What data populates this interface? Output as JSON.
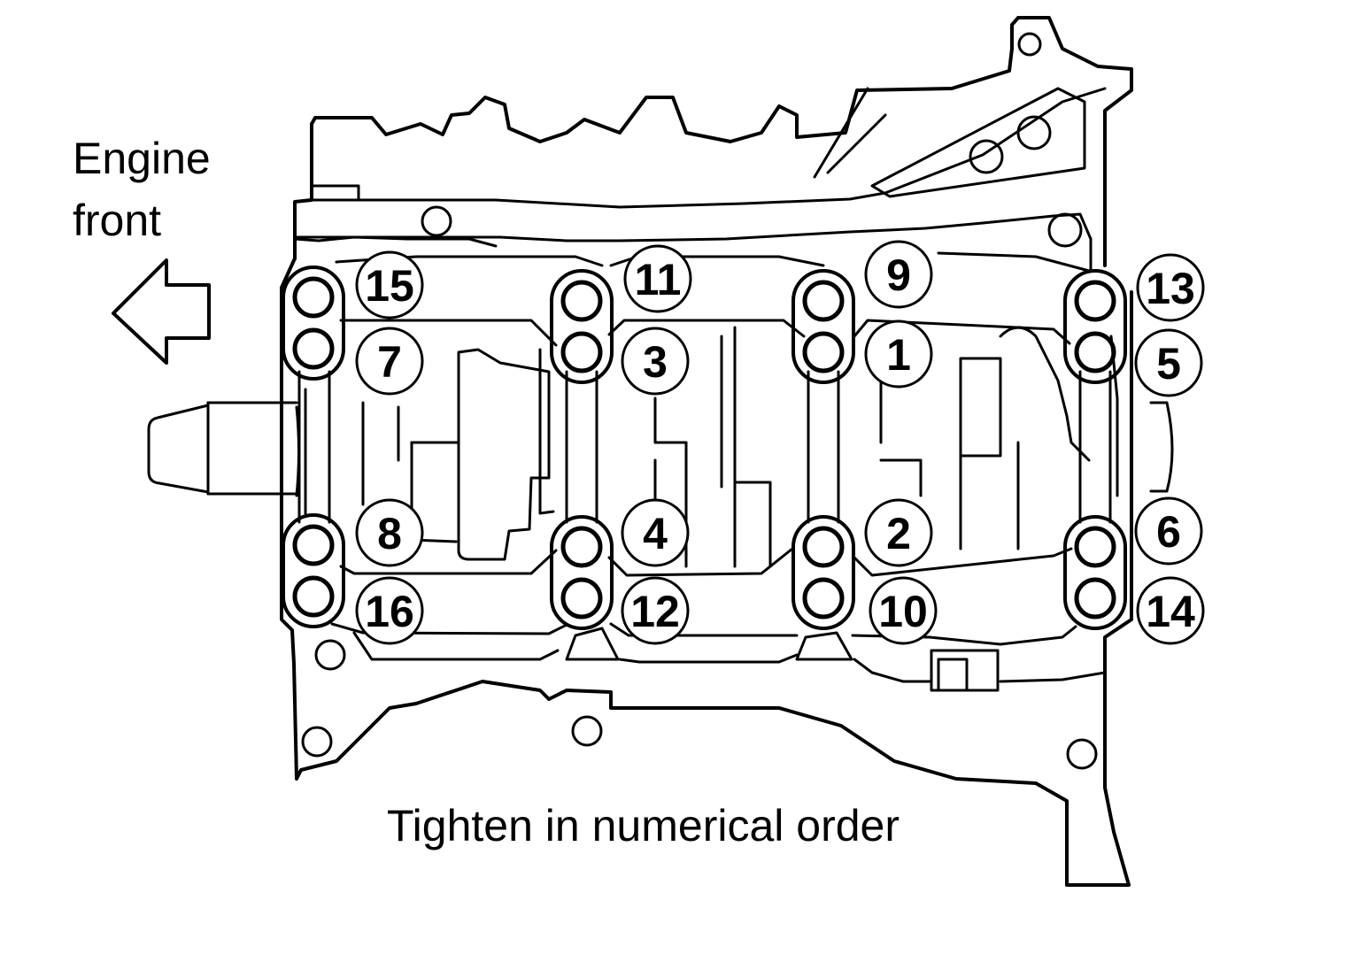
{
  "labels": {
    "engine_front_line1": "Engine",
    "engine_front_line2": "front",
    "caption": "Tighten in numerical order"
  },
  "bolt_numbers": {
    "b1": "1",
    "b2": "2",
    "b3": "3",
    "b4": "4",
    "b5": "5",
    "b6": "6",
    "b7": "7",
    "b8": "8",
    "b9": "9",
    "b10": "10",
    "b11": "11",
    "b12": "12",
    "b13": "13",
    "b14": "14",
    "b15": "15",
    "b16": "16"
  }
}
